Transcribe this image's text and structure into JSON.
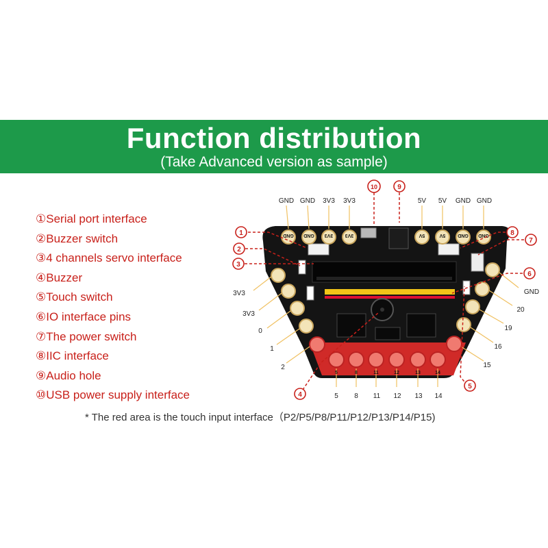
{
  "header": {
    "title": "Function distribution",
    "subtitle": "(Take Advanced version as sample)"
  },
  "legend": [
    "①Serial port interface",
    "②Buzzer switch",
    "③4 channels servo interface",
    "④Buzzer",
    "⑤Touch switch",
    "⑥IO interface pins",
    "⑦The power switch",
    "⑧IIC interface",
    "⑨Audio hole",
    "⑩USB power supply interface"
  ],
  "top_pins": [
    "GND",
    "GND",
    "3V3",
    "3V3",
    "5V",
    "5V",
    "GND",
    "GND"
  ],
  "left_pins": [
    "3V3",
    "3V3",
    "0",
    "1",
    "2"
  ],
  "right_pins": [
    "GND",
    "20",
    "19",
    "16",
    "15"
  ],
  "bottom_pins": [
    "5",
    "8",
    "11",
    "12",
    "13",
    "14"
  ],
  "callouts": [
    "1",
    "2",
    "3",
    "4",
    "5",
    "6",
    "7",
    "8",
    "9",
    "10"
  ],
  "footnote": "* The red area is the touch input interface（P2/P5/P8/P11/P12/P13/P14/P15)",
  "colors": {
    "banner": "#1d9a4a",
    "callout": "#c8201a",
    "pcb": "#141414",
    "touch": "#e0312e",
    "header_pins": "#f2c418"
  }
}
